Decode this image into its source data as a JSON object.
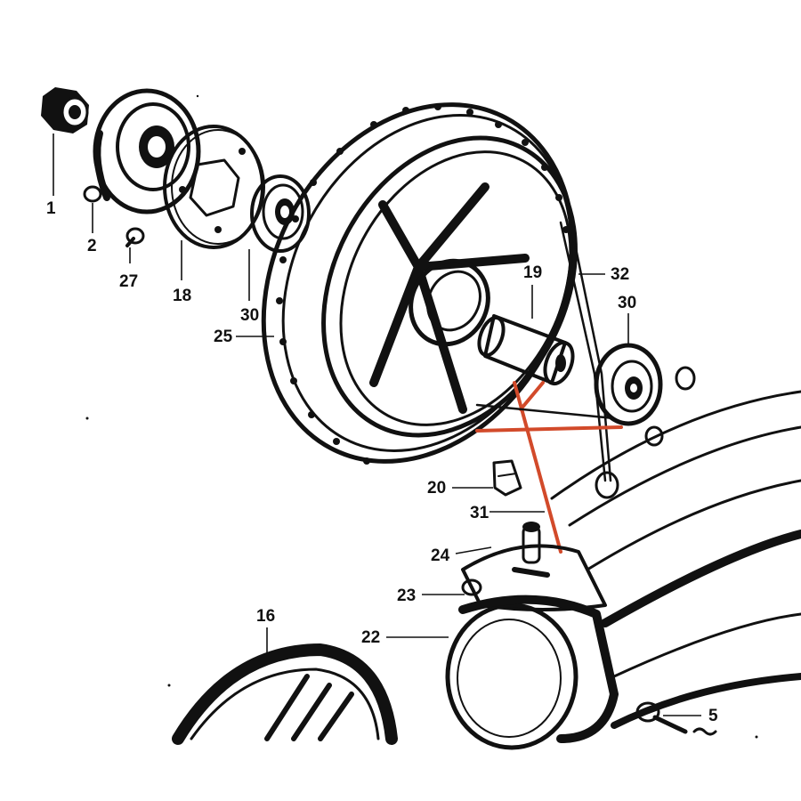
{
  "labels": {
    "p1": "1",
    "p2": "2",
    "p27": "27",
    "p18": "18",
    "p30a": "30",
    "p25": "25",
    "p19": "19",
    "p32": "32",
    "p30b": "30",
    "p20": "20",
    "p31": "31",
    "p24": "24",
    "p23": "23",
    "p22": "22",
    "p16": "16",
    "p5": "5"
  },
  "colors": {
    "ink": "#111111",
    "highlight_spoke": "#d24a2a",
    "background": "#ffffff"
  }
}
